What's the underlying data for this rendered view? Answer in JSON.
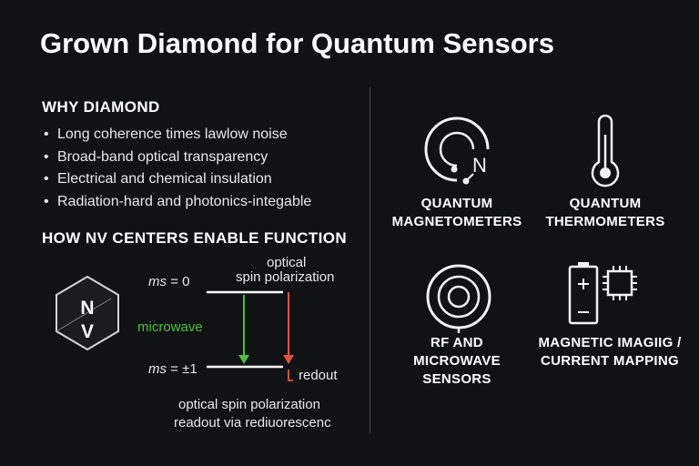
{
  "title": "Grown Diamond for Quantum Sensors",
  "why": {
    "heading": "WHY DIAMOND",
    "items": [
      "Long coherence times lawlow noise",
      "Broad-band optical transparency",
      "Electrical and chemical insulation",
      "Radiation-hard and photonics-integable"
    ]
  },
  "how": {
    "heading": "HOW NV CENTERS ENABLE FUNCTION",
    "nv_top": "N",
    "nv_bottom": "V",
    "ms0_prefix": "ms",
    "ms0_suffix": " = 0",
    "ms1_prefix": "ms",
    "ms1_suffix": " = ±1",
    "optical_line1": "optical",
    "optical_line2": "spin polarization",
    "microwave": "microwave",
    "redout": "redout",
    "caption_line1": "optical spin polarization",
    "caption_line2": "readout via rediuorescenc",
    "colors": {
      "microwave": "#4cc13f",
      "readout": "#e8553a"
    }
  },
  "applications": [
    {
      "icon": "magnetometer-icon",
      "line1": "QUANTUM",
      "line2": "MAGNETOMETERS",
      "line3": ""
    },
    {
      "icon": "thermometer-icon",
      "line1": "QUANTUM",
      "line2": "THERMOMETERS",
      "line3": ""
    },
    {
      "icon": "rf-signal-icon",
      "line1": "RF AND",
      "line2": "MICROWAVE",
      "line3": "SENSORS"
    },
    {
      "icon": "battery-chip-icon",
      "line1": "MAGNETIC IMAGIIG /",
      "line2": "CURRENT MAPPING",
      "line3": ""
    }
  ],
  "icon_glyph_n": "N"
}
